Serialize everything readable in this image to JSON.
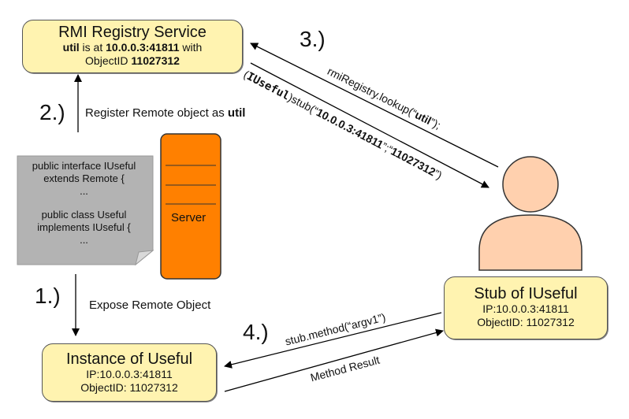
{
  "registry": {
    "title": "RMI Registry Service",
    "line1_bold_a": "util",
    "line1_mid": " is at ",
    "line1_bold_b": "10.0.0.3:41811",
    "line1_tail": " with",
    "line2_pre": "ObjectID ",
    "line2_bold": "11027312"
  },
  "instance": {
    "title": "Instance of Useful",
    "ip": "IP:10.0.0.3:41811",
    "object_id": "ObjectID: 11027312"
  },
  "stub": {
    "title": "Stub of IUseful",
    "ip": "IP:10.0.0.3:41811",
    "object_id": "ObjectID: 11027312"
  },
  "steps": {
    "one": "1.)",
    "two": "2.)",
    "three": "3.)",
    "four": "4.)"
  },
  "labels": {
    "register_pre": "Register Remote object as ",
    "register_bold": "util",
    "expose": "Expose Remote Object",
    "lookup_pre": "rmiRegistry.lookup(“",
    "lookup_bold": "util",
    "lookup_post": "”);",
    "cast_open": "(",
    "cast_type": "IUseful",
    "cast_mid": ")stub(“",
    "cast_addr": "10.0.0.3:41811",
    "cast_sep": "”;“",
    "cast_id": "11027312",
    "cast_close": "”)",
    "method_call": "stub.method(“argv1”)",
    "method_result": "Method Result"
  },
  "code_note": {
    "line1": "public interface IUseful",
    "line2": "extends Remote {",
    "line3": "...",
    "line4": "public class Useful",
    "line5": "implements IUseful {",
    "line6": "..."
  },
  "server": {
    "label": "Server"
  },
  "colors": {
    "box_fill": "#fff3b0",
    "server_fill": "#ff8000",
    "note_fill": "#b3b3b3",
    "person_fill": "#ffd0ae"
  }
}
